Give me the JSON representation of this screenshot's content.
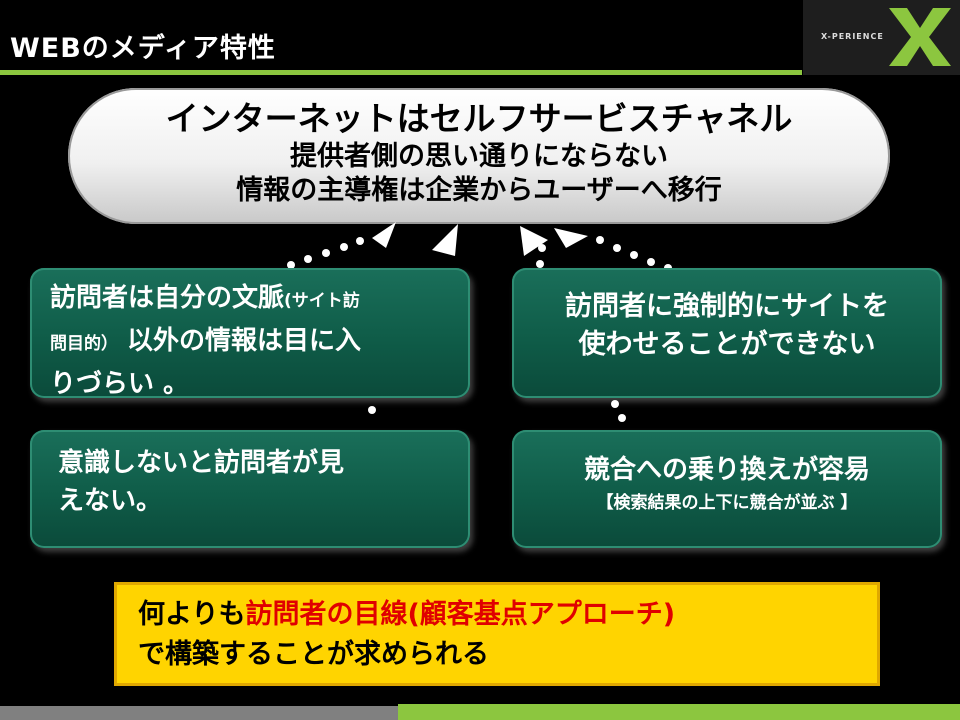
{
  "slide": {
    "title": "WEBのメディア特性"
  },
  "logo": {
    "text": "X-PERIENCE"
  },
  "center": {
    "line1": "インターネットはセルフサービスチャネル",
    "line2": "提供者側の思い通りにならない",
    "line3": "情報の主導権は企業からユーザーへ移行"
  },
  "boxes": {
    "b1_part1": "訪問者は自分の文脈",
    "b1_small1": "(サイト訪",
    "b1_small2": "問目的）",
    "b1_part2": " 以外の情報は目に入",
    "b1_part3": "りづらい 。",
    "b2_line1": "訪問者に強制的にサイトを",
    "b2_line2": "使わせることができない",
    "b3_line1": "意識しないと訪問者が見",
    "b3_line2": "えない。",
    "b4_line1": "競合への乗り換えが容易",
    "b4_line2": "【検索結果の上下に競合が並ぶ 】"
  },
  "conclusion": {
    "prefix": "何よりも",
    "highlight": "訪問者の目線(顧客基点アプローチ)",
    "line2": "で構築することが求められる"
  },
  "colors": {
    "accent_green": "#8cc63f",
    "box_green": "#0f5c48",
    "highlight_red": "#e00000",
    "yellow": "#ffd400"
  }
}
